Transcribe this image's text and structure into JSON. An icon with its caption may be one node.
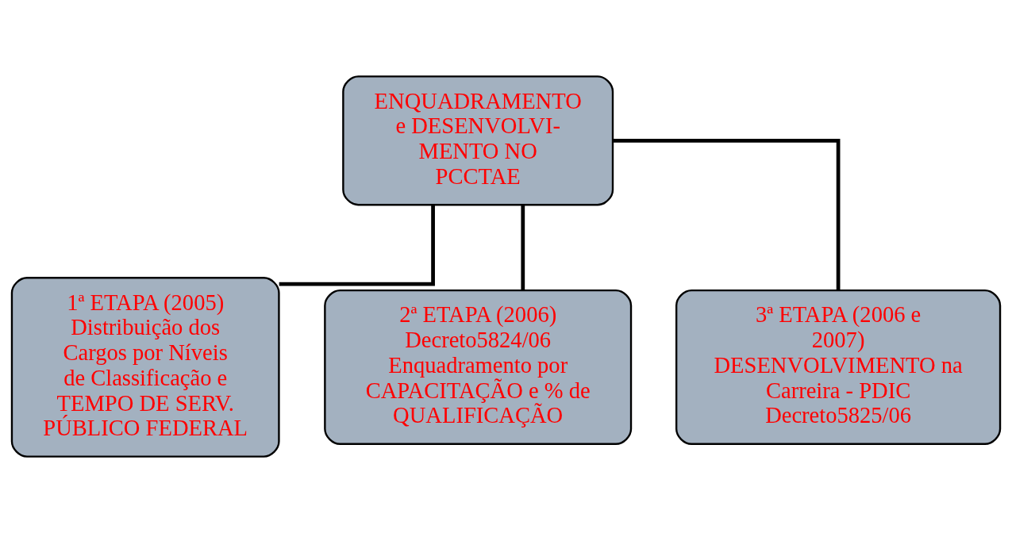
{
  "diagram": {
    "nodes": [
      {
        "text": [
          "ENQUADRAMENTO e DESENVOLVI- MENTO NO PCCTAE"
        ]
      },
      {
        "text": [
          "1ª ETAPA (2005) Distribuição dos Cargos por Níveis de Classificação e TEMPO DE SERV. PÚBLICO FEDERAL"
        ]
      },
      {
        "text": [
          "2ª ETAPA (2006) Decreto5824/06 Enquadramento por CAPACITAÇÃO e % de QUALIFICAÇÃO"
        ]
      },
      {
        "text": [
          "3ª ETAPA (2006 e 2007) DESENVOLVIMENTO na Carreira - PDIC Decreto5825/06"
        ]
      }
    ],
    "edges": [
      {
        "from": 0,
        "to": 1,
        "arrow": "none"
      },
      {
        "from": 0,
        "to": 2,
        "arrow": "none"
      },
      {
        "from": 0,
        "to": 3,
        "arrow": "none"
      }
    ]
  }
}
